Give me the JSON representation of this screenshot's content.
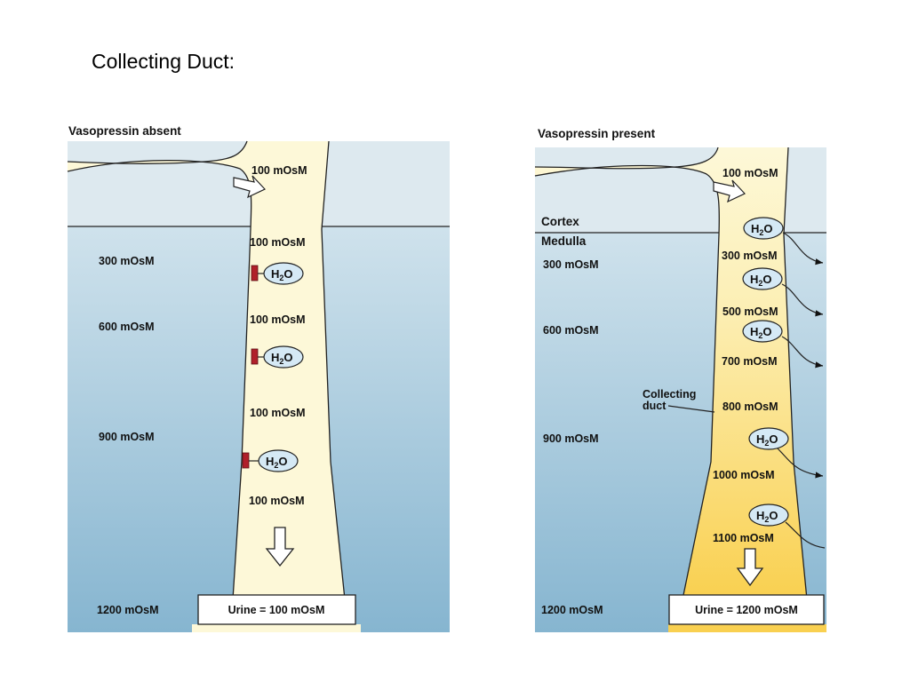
{
  "slide_title": "Collecting Duct:",
  "left_panel": {
    "heading": "Vasopressin absent",
    "interstitial_labels": [
      "300 mOsM",
      "600 mOsM",
      "900 mOsM",
      "1200 mOsM"
    ],
    "duct_labels": [
      "100 mOsM",
      "100 mOsM",
      "100 mOsM",
      "100 mOsM",
      "100 mOsM"
    ],
    "water_label": "H2O",
    "urine_box": "Urine = 100 mOsM"
  },
  "right_panel": {
    "heading": "Vasopressin present",
    "cortex_label": "Cortex",
    "medulla_label": "Medulla",
    "interstitial_labels": [
      "300 mOsM",
      "600 mOsM",
      "900 mOsM",
      "1200 mOsM"
    ],
    "duct_labels": [
      "100 mOsM",
      "300 mOsM",
      "500 mOsM",
      "700 mOsM",
      "800 mOsM",
      "1000 mOsM",
      "1100 mOsM"
    ],
    "collecting_duct_label_line1": "Collecting",
    "collecting_duct_label_line2": "duct",
    "water_label": "H2O",
    "urine_box": "Urine = 1200 mOsM"
  },
  "colors": {
    "cortex_blue": "#dde9ef",
    "medulla_blue_top": "#c9dde8",
    "medulla_blue_bottom": "#8ab8d2",
    "duct_dilute": "#fdf8d8",
    "duct_concentrated": "#f9d45a",
    "water_bubble": "#d5e9f5",
    "channel_block": "#b0202a"
  }
}
